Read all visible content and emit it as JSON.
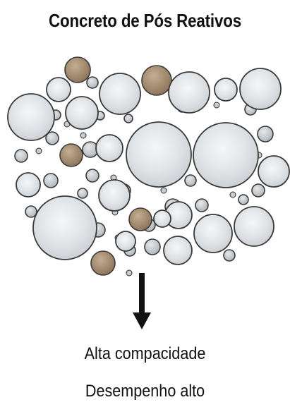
{
  "title": "Concreto de Pós Reativos",
  "captions": {
    "line1": "Alta compacidade",
    "line2": "Desempenho alto"
  },
  "colors": {
    "large_particle_fill": "#e3e6e9",
    "large_particle_stroke": "#3a3a3a",
    "fine_particle_fill": "#a18a70",
    "small_particle_fill": "#cfd2d5",
    "arrow": "#111111"
  },
  "legend_icons": {
    "arrow": "down-arrow-icon"
  }
}
